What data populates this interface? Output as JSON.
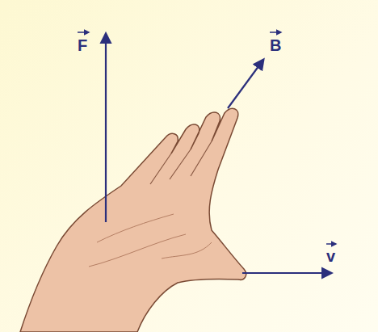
{
  "diagram": {
    "labels": [
      "F",
      "B",
      "v"
    ]
  }
}
